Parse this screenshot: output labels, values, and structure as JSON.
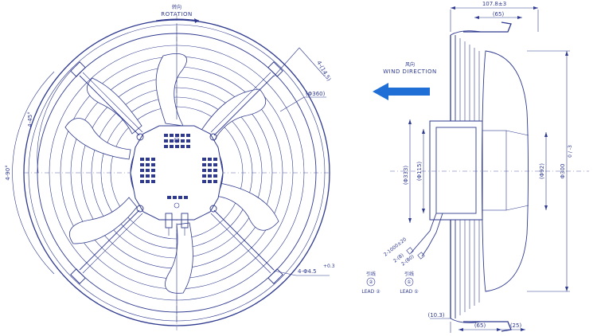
{
  "left_view": {
    "rotation_cn": "转向",
    "rotation_en": "ROTATION",
    "angle_main": "4-90°",
    "angle_sub": "4-45°",
    "slot_dim": "4-(14.5)",
    "ring_dim": "(Φ360)",
    "hole_dim": "4-Φ4.5"
  },
  "right_view": {
    "overall_depth": "107.8±3",
    "top_depth": "(65)",
    "wind_cn": "风向",
    "wind_en": "WIND DIRECTION",
    "motor_outer": "(Φ333)",
    "motor_inner": "(Φ115)",
    "hub_dia": "(Φ92)",
    "fan_dia": "Φ300",
    "fan_dia_tol": "0 / -3",
    "lead_a": "2-1000±20",
    "lead_b": "2-(8)",
    "lead_c": "2-(80)",
    "lead2_cn": "引线",
    "lead2_num": "②",
    "lead2_en": "LEAD ②",
    "lead1_cn": "引线",
    "lead1_num": "①",
    "lead1_en": "LEAD ①",
    "bottom_left": "(10.3)",
    "bottom_mid": "(65)",
    "bottom_right": "(25)"
  },
  "colors": {
    "line": "#2f3a8f",
    "arrow": "#1f6fd6"
  }
}
